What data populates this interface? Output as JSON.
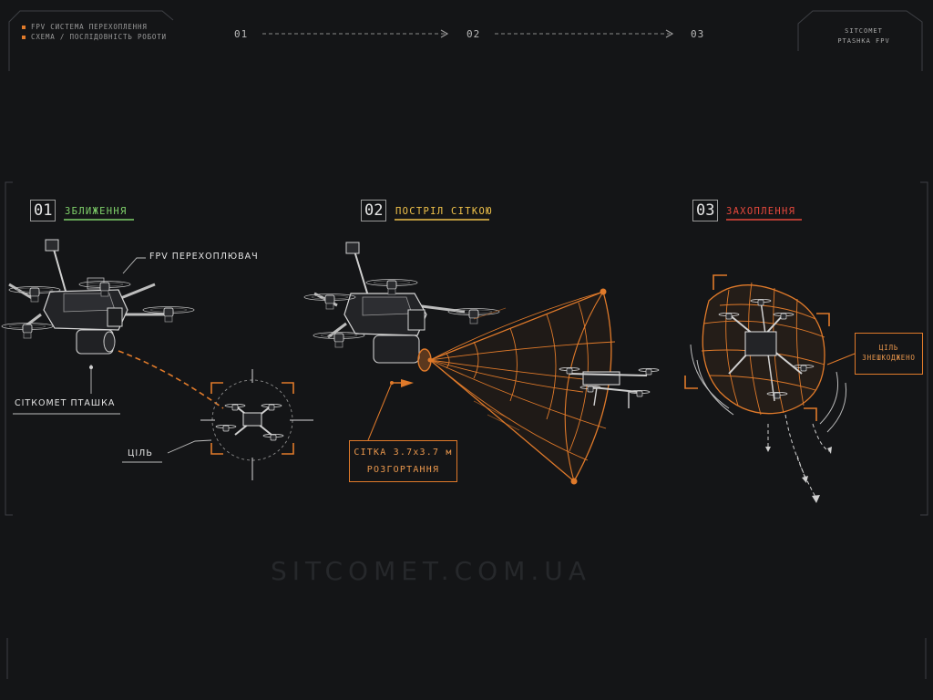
{
  "header": {
    "line1": "FPV СИСТЕМА ПЕРЕХОПЛЕННЯ",
    "line2": "СХЕМА / ПОСЛІДОВНІСТЬ РОБОТИ",
    "steps": [
      "01",
      "02",
      "03"
    ],
    "brand_line1": "SITCOMET",
    "brand_line2": "PTASHKA FPV"
  },
  "stages": [
    {
      "number": "01",
      "title": "ЗБЛИЖЕННЯ",
      "color": "#7fd16a"
    },
    {
      "number": "02",
      "title": "ПОСТРІЛ СІТКОЮ",
      "color": "#f0c24a"
    },
    {
      "number": "03",
      "title": "ЗАХОПЛЕННЯ",
      "color": "#e5483c"
    }
  ],
  "labels": {
    "interceptor": "FPV ПЕРЕХОПЛЮВАЧ",
    "launcher": "СІТКОМЕТ ПТАШКА",
    "target": "ЦІЛЬ",
    "net_line1": "СІТКА 3.7x3.7 м",
    "net_line2": "РОЗГОРТАННЯ",
    "neutralized_line1": "ЦІЛЬ",
    "neutralized_line2": "ЗНЕШКОДЖЕНО"
  },
  "watermark": "SITCOMET.COM.UA",
  "colors": {
    "accent": "#e07a2a",
    "background": "#141517",
    "line": "#9a9a9a"
  }
}
